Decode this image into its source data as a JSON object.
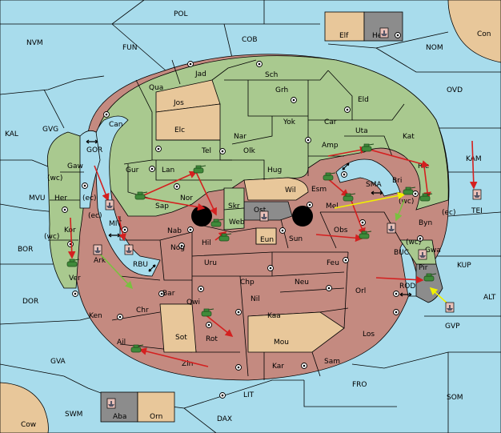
{
  "colors": {
    "sea": "#a8dcec",
    "green_power": "#a9c98f",
    "neutral_land": "#e8c79a",
    "red_power": "#c48a80",
    "grey_power": "#8c8c8c",
    "army_green": "#3f8a3a",
    "arrow_red": "#d42020",
    "arrow_yellow": "#f0f000",
    "arrow_green": "#7ac040"
  },
  "sea_labels": [
    "POL",
    "NVM",
    "FUN",
    "COB",
    "NOM",
    "Con",
    "OVD",
    "KAL",
    "GVG",
    "KAM",
    "MVU",
    "BOR",
    "TEI",
    "KUP",
    "ALT",
    "DOR",
    "GVP",
    "GVA",
    "FRO",
    "SOM",
    "LIT",
    "SWM",
    "DAX",
    "Cow",
    "SMA",
    "RBU",
    "BUC",
    "ROD",
    "GOR",
    "MIT"
  ],
  "land_labels": [
    "Elf",
    "Hel",
    "Jad",
    "Sch",
    "Qua",
    "Jos",
    "Grh",
    "Eld",
    "Can",
    "Elc",
    "Nar",
    "Yok",
    "Car",
    "Uta",
    "Amp",
    "Kat",
    "Tel",
    "Olk",
    "Gaw",
    "Gur",
    "Lan",
    "Hug",
    "Bri",
    "Rie",
    "Her",
    "Wil",
    "Esm",
    "Sap",
    "Nor",
    "Skr",
    "Ost",
    "Mel",
    "Byn",
    "Web",
    "Kor",
    "Nab",
    "Hil",
    "Eun",
    "Sun",
    "Obs",
    "Gwa",
    "Nog",
    "Ark",
    "Uru",
    "Feu",
    "Pir",
    "Ver",
    "Chp",
    "Neu",
    "Orl",
    "Bar",
    "Nil",
    "Qwi",
    "Ken",
    "Chr",
    "Kaa",
    "Sot",
    "Rot",
    "Mou",
    "Los",
    "Ail",
    "Kar",
    "Sam",
    "Zin",
    "Aba",
    "Orn"
  ],
  "coast_labels": [
    "(wc)",
    "(ec)",
    "(ec)",
    "(wc)",
    "(ec)",
    "(wc)",
    "(wc)"
  ]
}
